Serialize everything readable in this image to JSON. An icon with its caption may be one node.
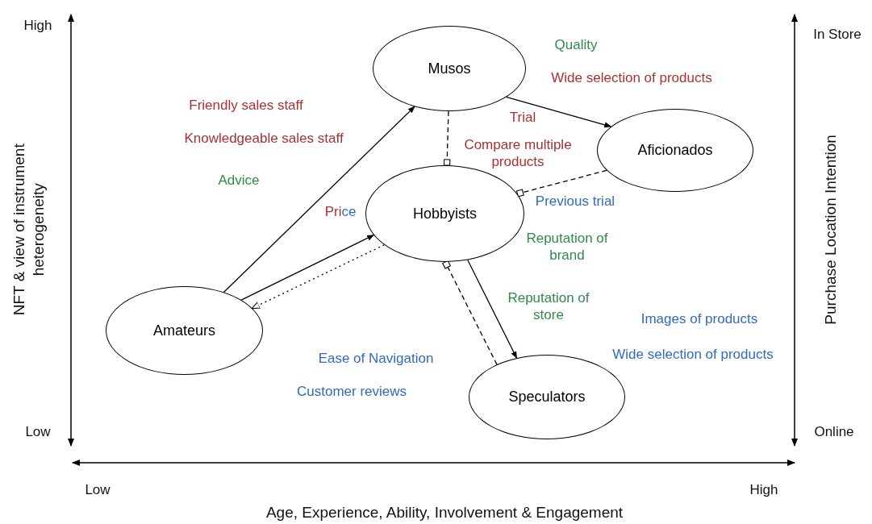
{
  "diagram": {
    "nodes": [
      {
        "text": [
          "Musos"
        ]
      },
      {
        "text": [
          "Aficionados"
        ]
      },
      {
        "text": [
          "Hobbyists"
        ]
      },
      {
        "text": [
          "Amateurs"
        ]
      },
      {
        "text": [
          "Speculators"
        ]
      }
    ],
    "edges": [
      {
        "from": 3,
        "to": 0,
        "arrow": "to"
      },
      {
        "from": 3,
        "to": 2,
        "arrow": "to"
      },
      {
        "from": 2,
        "to": 3,
        "arrow": "to",
        "style": "dashed"
      },
      {
        "from": 0,
        "to": 1,
        "arrow": "to"
      },
      {
        "from": 0,
        "to": 2,
        "arrow": "other",
        "style": "dashed"
      },
      {
        "from": 1,
        "to": 2,
        "arrow": "other",
        "style": "dashed"
      },
      {
        "from": 4,
        "to": 2,
        "arrow": "other",
        "style": "dashed"
      },
      {
        "from": 2,
        "to": 4,
        "arrow": "to"
      }
    ],
    "labels": [
      "High",
      "In Store",
      "Quality",
      "Wide selection of products",
      "Friendly sales staff",
      "Trial",
      "Compare multiple products",
      "Knowledgeable sales staff",
      "Advice",
      "Price",
      "Previous trial",
      "Reputation of brand",
      "Reputation of store",
      "Images of products",
      "Ease of Navigation",
      "Wide selection of products",
      "Customer reviews",
      "Low",
      "Online",
      "Low",
      "High",
      "Age, Experience, Ability, Involvement & Engagement",
      "NFT & view of instrument heterogeneity",
      "Purchase Location Intention"
    ]
  }
}
